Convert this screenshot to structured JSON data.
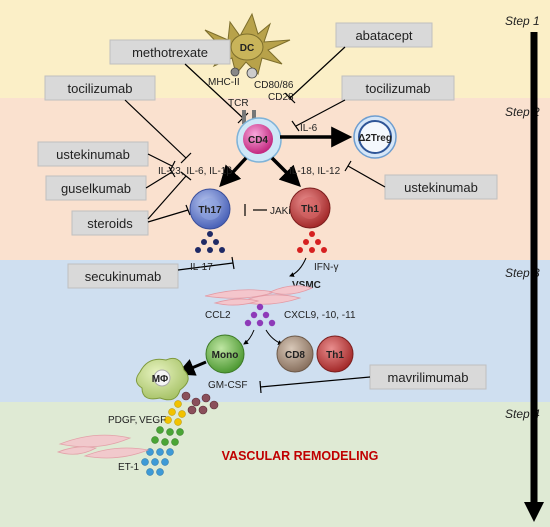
{
  "steps": [
    "Step 1",
    "Step 2",
    "Step 3",
    "Step 4"
  ],
  "drugs": {
    "methotrexate": "methotrexate",
    "abatacept": "abatacept",
    "tocilizumab_left": "tocilizumab",
    "tocilizumab_right": "tocilizumab",
    "ustekinumab_left": "ustekinumab",
    "ustekinumab_right": "ustekinumab",
    "guselkumab": "guselkumab",
    "steroids": "steroids",
    "secukinumab": "secukinumab",
    "mavrilimumab": "mavrilimumab"
  },
  "cells": {
    "dc": "DC",
    "cd4": "CD4",
    "treg": "Δ2Treg",
    "th17": "Th17",
    "th1": "Th1",
    "mono": "Mono",
    "cd8": "CD8",
    "th1b": "Th1",
    "macrophage": "MΦ"
  },
  "labels": {
    "mhc": "MHC-II",
    "cd80": "CD80/86",
    "cd28": "CD28",
    "tcr": "TCR",
    "il6": "IL-6",
    "il23": "IL-23, IL-6, IL-1β",
    "il18": "IL-18, IL-12",
    "jaki": "JAKi",
    "il17": "IL-17",
    "ifng": "IFN-γ",
    "vsmc": "VSMC",
    "ccl2": "CCL2",
    "cxcl": "CXCL9, -10, -11",
    "gmcsf": "GM-CSF",
    "pdgf": "PDGF,",
    "vegf": "VEGF",
    "et1": "ET-1",
    "remodeling": "VASCULAR REMODELING"
  },
  "colors": {
    "step1": "#fbefc7",
    "step2": "#fae1cf",
    "step3": "#cfdff0",
    "step4": "#dfead4",
    "drug_box": "#d9d9d9",
    "remodeling_text": "#c00000",
    "il17_text": "#2e5597",
    "ifng_text": "#d62020",
    "gmcsf_text": "#7030a0",
    "vegf_text": "#c78b00",
    "et1_text": "#2e75b6"
  }
}
